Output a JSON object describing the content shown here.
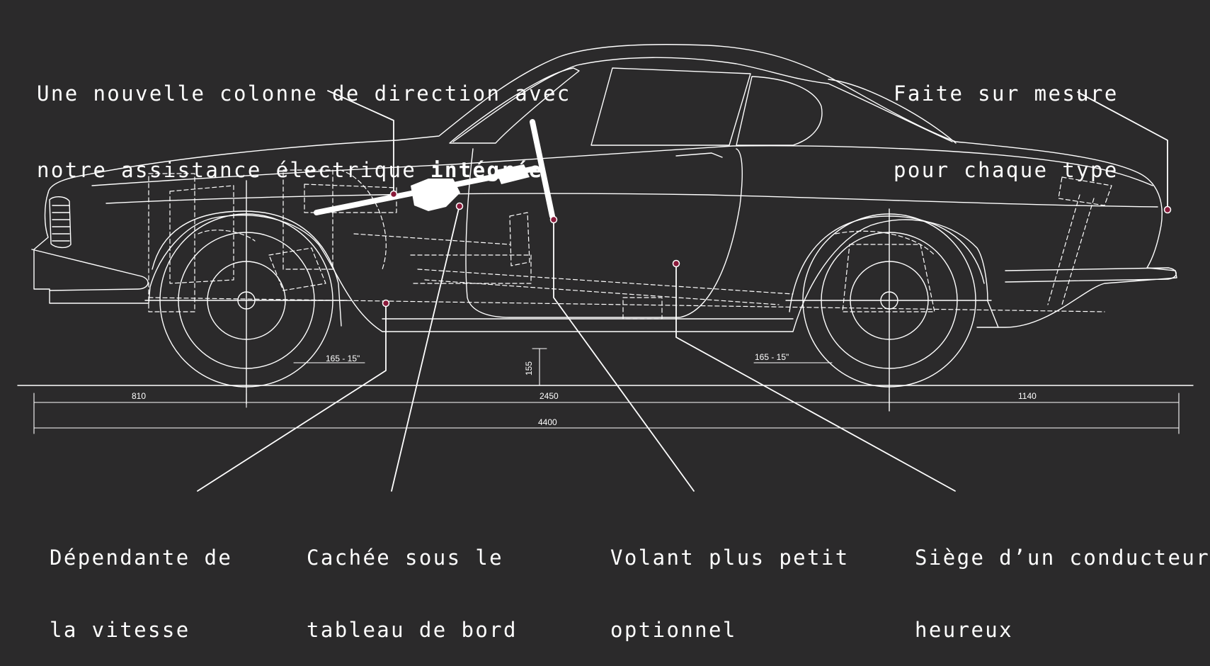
{
  "colors": {
    "background": "#2b2a2b",
    "line": "#ffffff",
    "marker": "#8a1a3a"
  },
  "callouts": {
    "steering_column": {
      "line1": "Une nouvelle colonne de direction avec",
      "line2_prefix": "notre assistance électrique ",
      "line2_bold": "intégrée"
    },
    "custom_fit": {
      "line1": "Faite sur mesure",
      "line2": "pour chaque type"
    },
    "speed": {
      "line1": "Dépendante de",
      "line2": "la vitesse"
    },
    "dashboard": {
      "line1": "Cachée sous le",
      "line2": "tableau de bord"
    },
    "wheel": {
      "line1": "Volant plus petit",
      "line2": "optionnel"
    },
    "driver": {
      "line1": "Siège d’un conducteur",
      "line2": "heureux"
    }
  },
  "dimensions": {
    "front_overhang": "810",
    "wheelbase": "2450",
    "rear_overhang": "1140",
    "total_length": "4400",
    "ground_clearance": "155",
    "tire_front": "165 - 15\"",
    "tire_rear": "165 - 15\""
  }
}
